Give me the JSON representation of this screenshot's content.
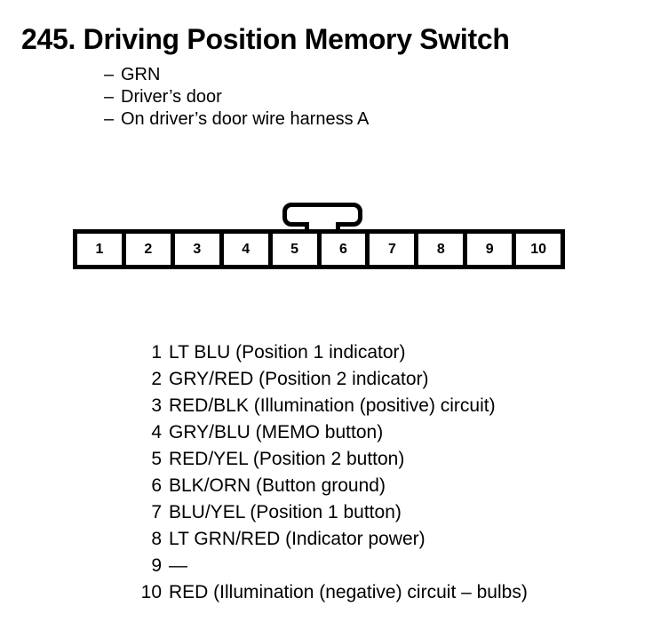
{
  "page": {
    "title": "245. Driving Position Memory Switch",
    "notes": [
      {
        "dash": "–",
        "text": "GRN"
      },
      {
        "dash": "–",
        "text": "Driver’s door"
      },
      {
        "dash": "–",
        "text": "On driver’s door wire harness A"
      }
    ]
  },
  "connector": {
    "pin_count": 10,
    "pins": [
      {
        "number": "1"
      },
      {
        "number": "2"
      },
      {
        "number": "3"
      },
      {
        "number": "4"
      },
      {
        "number": "5"
      },
      {
        "number": "6"
      },
      {
        "number": "7"
      },
      {
        "number": "8"
      },
      {
        "number": "9"
      },
      {
        "number": "10"
      }
    ]
  },
  "legend": {
    "rows": [
      {
        "number": "1",
        "text": "LT BLU (Position 1 indicator)"
      },
      {
        "number": "2",
        "text": "GRY/RED (Position 2 indicator)"
      },
      {
        "number": "3",
        "text": "RED/BLK (Illumination (positive) circuit)"
      },
      {
        "number": "4",
        "text": "GRY/BLU (MEMO button)"
      },
      {
        "number": "5",
        "text": "RED/YEL (Position 2 button)"
      },
      {
        "number": "6",
        "text": "BLK/ORN (Button ground)"
      },
      {
        "number": "7",
        "text": "BLU/YEL (Position 1 button)"
      },
      {
        "number": "8",
        "text": "LT GRN/RED (Indicator power)"
      },
      {
        "number": "9",
        "text": "—"
      },
      {
        "number": "10",
        "text": "RED (Illumination (negative) circuit – bulbs)"
      }
    ]
  },
  "colors": {
    "ink": "#000000",
    "paper": "#ffffff"
  }
}
